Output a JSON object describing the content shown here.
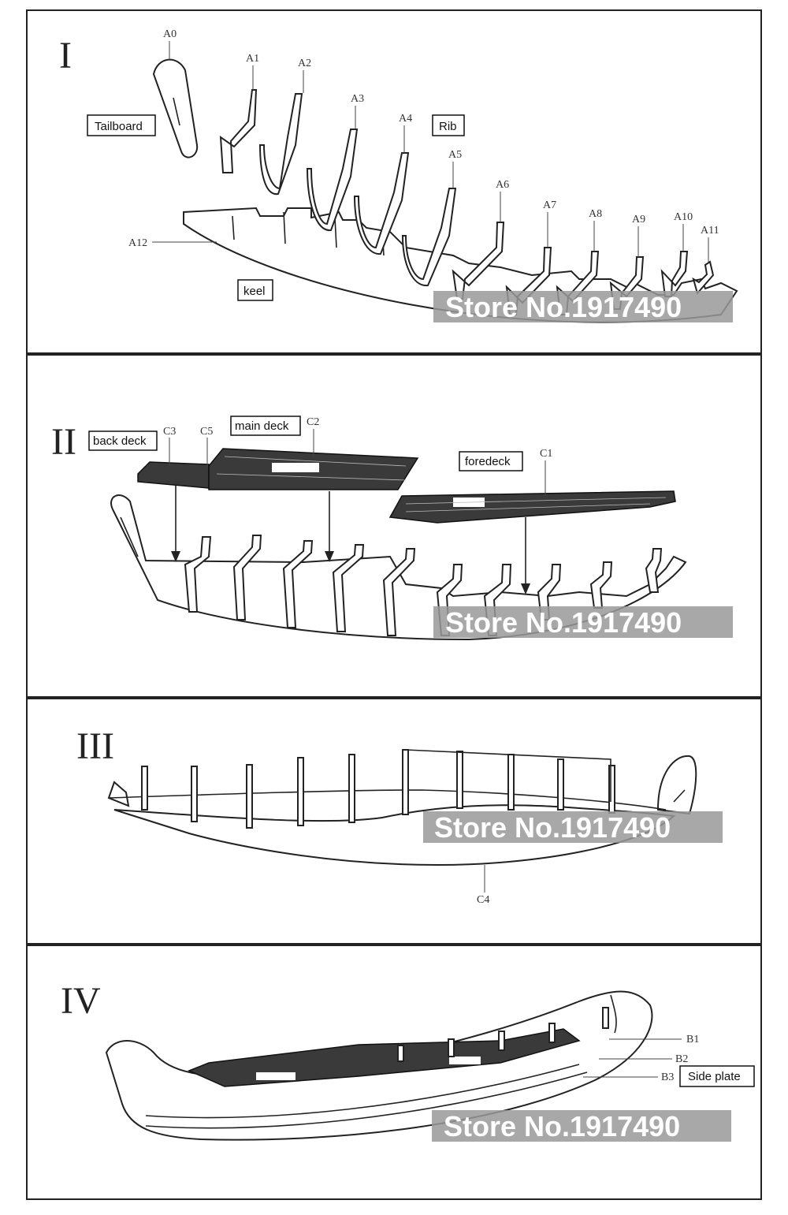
{
  "watermark": "Store No.1917490",
  "step1": {
    "numeral": "I",
    "parts": {
      "a0": "A0",
      "a1": "A1",
      "a2": "A2",
      "a3": "A3",
      "a4": "A4",
      "a5": "A5",
      "a6": "A6",
      "a7": "A7",
      "a8": "A8",
      "a9": "A9",
      "a10": "A10",
      "a11": "A11",
      "a12": "A12"
    },
    "labels": {
      "tailboard": "Tailboard",
      "rib": "Rib",
      "keel": "keel"
    }
  },
  "step2": {
    "numeral": "II",
    "parts": {
      "c1": "C1",
      "c2": "C2",
      "c3": "C3",
      "c5": "C5"
    },
    "labels": {
      "back_deck": "back deck",
      "main_deck": "main deck",
      "foredeck": "foredeck"
    }
  },
  "step3": {
    "numeral": "III",
    "parts": {
      "c4": "C4"
    }
  },
  "step4": {
    "numeral": "IV",
    "parts": {
      "b1": "B1",
      "b2": "B2",
      "b3": "B3"
    },
    "labels": {
      "side_plate": "Side plate"
    }
  }
}
